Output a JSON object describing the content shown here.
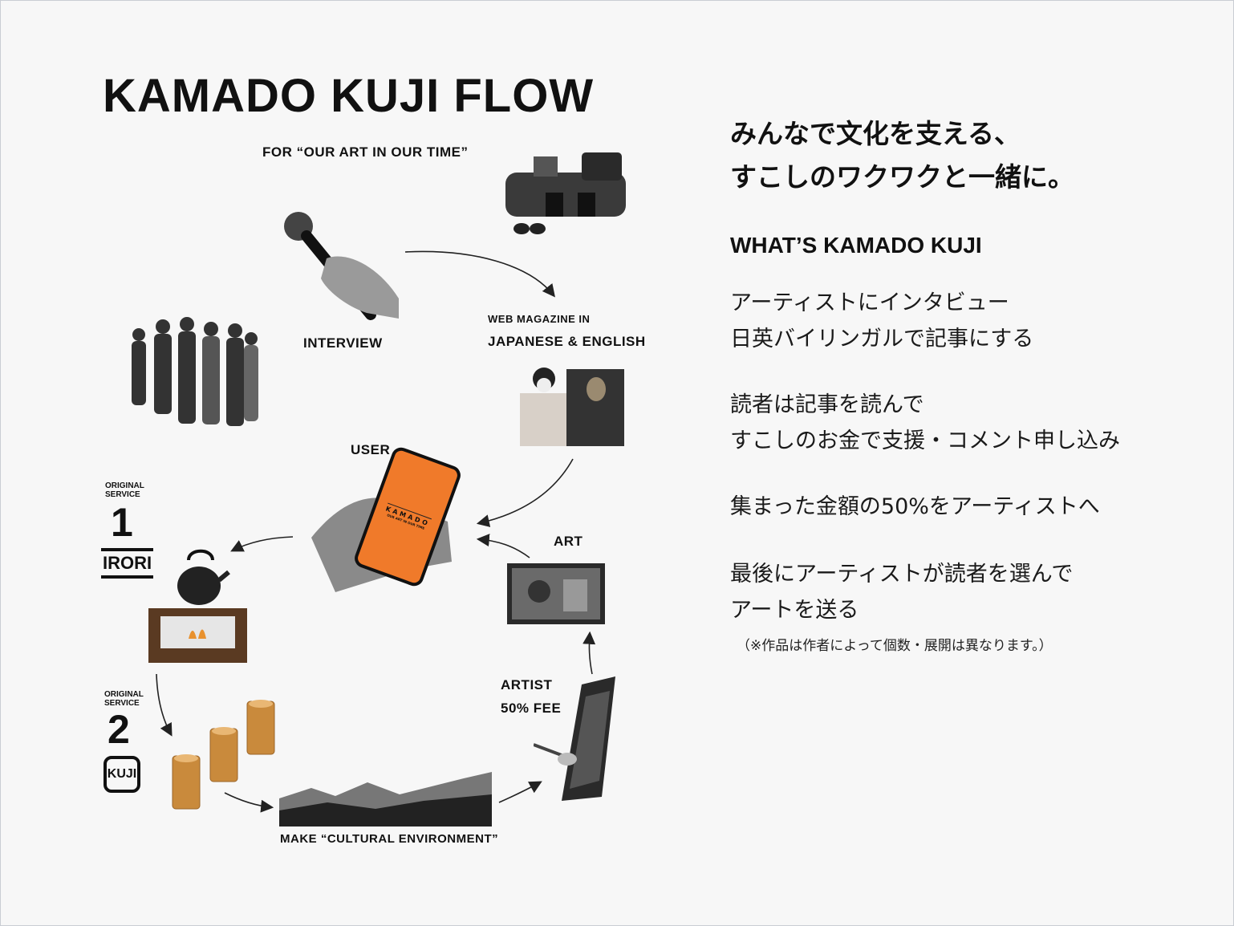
{
  "title": "KAMADO KUJI FLOW",
  "subtitle": "FOR “OUR ART IN OUR TIME”",
  "flow": {
    "interview": "INTERVIEW",
    "web_magazine_line1": "WEB MAGAZINE IN",
    "web_magazine_line2": "JAPANESE & ENGLISH",
    "user": "USER",
    "art": "ART",
    "artist": "ARTIST",
    "artist_fee": "50% FEE",
    "make_env": "MAKE “CULTURAL ENVIRONMENT”",
    "service1": {
      "caption_line1": "ORIGINAL",
      "caption_line2": "SERVICE",
      "number": "1",
      "logo": "IRORI"
    },
    "service2": {
      "caption_line1": "ORIGINAL",
      "caption_line2": "SERVICE",
      "number": "2",
      "logo": "KUJI"
    },
    "phone_brand": "KAMADO",
    "phone_tagline": "OUR ART IN OUR TIME",
    "accent_color": "#F07A2A"
  },
  "right": {
    "heading_line1": "みんなで文化を支える、",
    "heading_line2": "すこしのワクワクと一緒に。",
    "what_title": "WHAT’S KAMADO KUJI",
    "paragraphs": [
      {
        "line1": "アーティストにインタビュー",
        "line2": "日英バイリンガルで記事にする"
      },
      {
        "line1": "読者は記事を読んで",
        "line2": "すこしのお金で支援・コメント申し込み"
      },
      {
        "line1": "集まった金額の50%をアーティストへ"
      },
      {
        "line1": "最後にアーティストが読者を選んで",
        "line2": "アートを送る"
      }
    ],
    "note": "（※作品は作者によって個数・展開は異なります。）"
  }
}
